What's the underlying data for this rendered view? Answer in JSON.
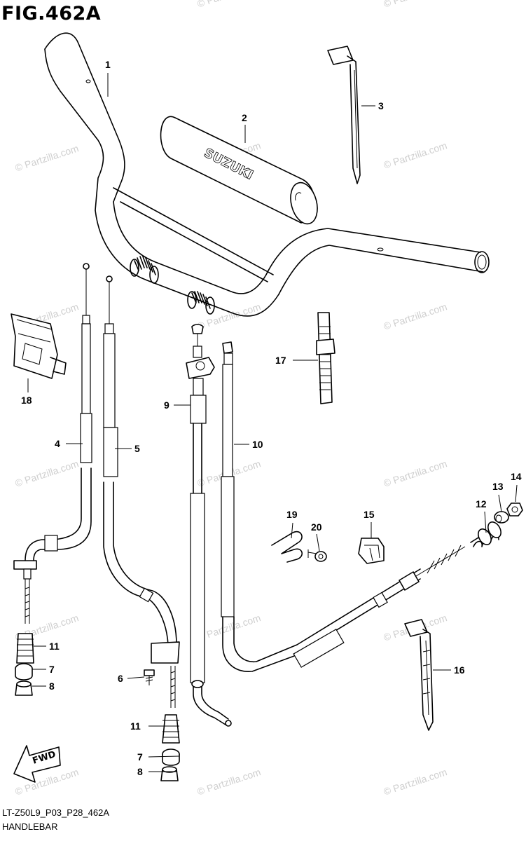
{
  "figure": {
    "title": "FIG.462A",
    "code": "LT-Z50L9_P03_P28_462A",
    "name": "HANDLEBAR"
  },
  "watermark": "© Partzilla.com",
  "pad_logo": "SUZUKI",
  "fwd_label": "FWD",
  "callouts": [
    {
      "id": "1",
      "text": "1"
    },
    {
      "id": "2",
      "text": "2"
    },
    {
      "id": "3",
      "text": "3"
    },
    {
      "id": "4",
      "text": "4"
    },
    {
      "id": "5",
      "text": "5"
    },
    {
      "id": "6",
      "text": "6"
    },
    {
      "id": "7a",
      "text": "7"
    },
    {
      "id": "7b",
      "text": "7"
    },
    {
      "id": "8a",
      "text": "8"
    },
    {
      "id": "8b",
      "text": "8"
    },
    {
      "id": "9",
      "text": "9"
    },
    {
      "id": "10",
      "text": "10"
    },
    {
      "id": "11a",
      "text": "11"
    },
    {
      "id": "11b",
      "text": "11"
    },
    {
      "id": "12",
      "text": "12"
    },
    {
      "id": "13",
      "text": "13"
    },
    {
      "id": "14",
      "text": "14"
    },
    {
      "id": "15",
      "text": "15"
    },
    {
      "id": "16",
      "text": "16"
    },
    {
      "id": "17",
      "text": "17"
    },
    {
      "id": "18",
      "text": "18"
    },
    {
      "id": "19",
      "text": "19"
    },
    {
      "id": "20",
      "text": "20"
    }
  ]
}
